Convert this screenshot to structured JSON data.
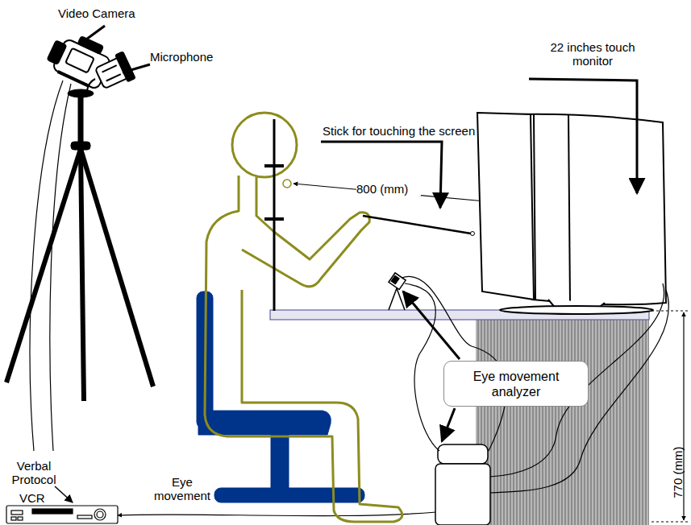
{
  "diagram": {
    "nodes": [
      {
        "text": [
          "Eye movement analyzer"
        ]
      }
    ],
    "labels": [
      "Video Camera",
      "Microphone",
      "22 inches touch monitor",
      "Stick for touching the screen",
      "800 (mm)",
      "Verbal Protocol",
      "VCR",
      "Eye movement",
      "770 (mm)"
    ]
  }
}
